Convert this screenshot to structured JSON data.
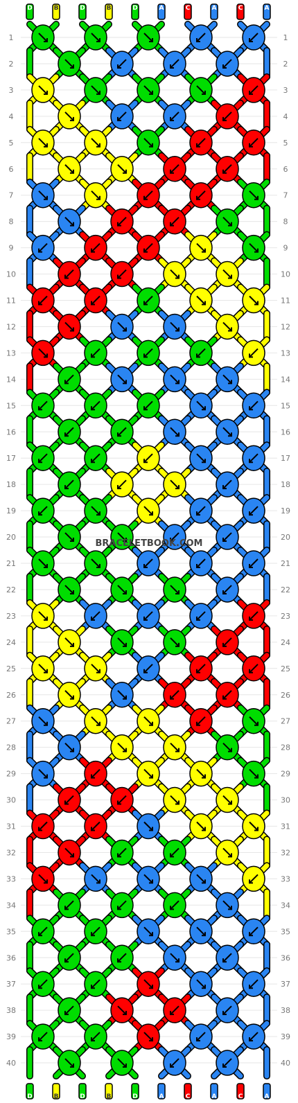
{
  "watermark": "BRACELETBOOK.COM",
  "colors": {
    "A": "#2a85f2",
    "B": "#ffff00",
    "C": "#ff0000",
    "D": "#00dd00"
  },
  "strand_labels": [
    "D",
    "B",
    "D",
    "B",
    "D",
    "A",
    "C",
    "A",
    "C",
    "A"
  ],
  "row_count": 40,
  "rows": [
    {
      "n": "1",
      "knots": [
        [
          "D",
          "r"
        ],
        [
          "D",
          "r"
        ],
        [
          "D",
          "r"
        ],
        [
          "A",
          "l"
        ],
        [
          "A",
          "l"
        ]
      ]
    },
    {
      "n": "2",
      "knots": [
        [
          "D",
          "r"
        ],
        [
          "A",
          "l"
        ],
        [
          "A",
          "l"
        ],
        [
          "A",
          "l"
        ]
      ]
    },
    {
      "n": "3",
      "knots": [
        [
          "B",
          "r"
        ],
        [
          "D",
          "r"
        ],
        [
          "D",
          "r"
        ],
        [
          "D",
          "r"
        ],
        [
          "C",
          "l"
        ]
      ]
    },
    {
      "n": "4",
      "knots": [
        [
          "B",
          "r"
        ],
        [
          "A",
          "l"
        ],
        [
          "A",
          "l"
        ],
        [
          "C",
          "l"
        ]
      ]
    },
    {
      "n": "5",
      "knots": [
        [
          "B",
          "r"
        ],
        [
          "B",
          "r"
        ],
        [
          "D",
          "r"
        ],
        [
          "C",
          "l"
        ],
        [
          "C",
          "l"
        ]
      ]
    },
    {
      "n": "6",
      "knots": [
        [
          "B",
          "r"
        ],
        [
          "B",
          "r"
        ],
        [
          "C",
          "l"
        ],
        [
          "C",
          "l"
        ]
      ]
    },
    {
      "n": "7",
      "knots": [
        [
          "A",
          "r"
        ],
        [
          "B",
          "r"
        ],
        [
          "C",
          "l"
        ],
        [
          "C",
          "l"
        ],
        [
          "D",
          "r"
        ]
      ]
    },
    {
      "n": "8",
      "knots": [
        [
          "A",
          "r"
        ],
        [
          "C",
          "l"
        ],
        [
          "C",
          "l"
        ],
        [
          "D",
          "r"
        ]
      ]
    },
    {
      "n": "9",
      "knots": [
        [
          "A",
          "l"
        ],
        [
          "C",
          "l"
        ],
        [
          "C",
          "l"
        ],
        [
          "B",
          "r"
        ],
        [
          "D",
          "r"
        ]
      ]
    },
    {
      "n": "10",
      "knots": [
        [
          "C",
          "l"
        ],
        [
          "C",
          "l"
        ],
        [
          "B",
          "r"
        ],
        [
          "B",
          "r"
        ]
      ]
    },
    {
      "n": "11",
      "knots": [
        [
          "C",
          "l"
        ],
        [
          "C",
          "l"
        ],
        [
          "D",
          "l"
        ],
        [
          "B",
          "r"
        ],
        [
          "B",
          "r"
        ]
      ]
    },
    {
      "n": "12",
      "knots": [
        [
          "C",
          "r"
        ],
        [
          "A",
          "r"
        ],
        [
          "A",
          "r"
        ],
        [
          "B",
          "r"
        ]
      ]
    },
    {
      "n": "13",
      "knots": [
        [
          "C",
          "r"
        ],
        [
          "D",
          "l"
        ],
        [
          "D",
          "l"
        ],
        [
          "D",
          "l"
        ],
        [
          "B",
          "l"
        ]
      ]
    },
    {
      "n": "14",
      "knots": [
        [
          "D",
          "l"
        ],
        [
          "A",
          "r"
        ],
        [
          "A",
          "r"
        ],
        [
          "A",
          "r"
        ]
      ]
    },
    {
      "n": "15",
      "knots": [
        [
          "D",
          "l"
        ],
        [
          "D",
          "l"
        ],
        [
          "D",
          "l"
        ],
        [
          "A",
          "r"
        ],
        [
          "A",
          "l"
        ]
      ]
    },
    {
      "n": "16",
      "knots": [
        [
          "D",
          "l"
        ],
        [
          "D",
          "l"
        ],
        [
          "A",
          "r"
        ],
        [
          "A",
          "r"
        ]
      ]
    },
    {
      "n": "17",
      "knots": [
        [
          "D",
          "l"
        ],
        [
          "D",
          "l"
        ],
        [
          "B",
          "l"
        ],
        [
          "A",
          "r"
        ],
        [
          "A",
          "l"
        ]
      ]
    },
    {
      "n": "18",
      "knots": [
        [
          "D",
          "l"
        ],
        [
          "B",
          "l"
        ],
        [
          "B",
          "r"
        ],
        [
          "A",
          "l"
        ]
      ]
    },
    {
      "n": "19",
      "knots": [
        [
          "D",
          "l"
        ],
        [
          "D",
          "r"
        ],
        [
          "B",
          "r"
        ],
        [
          "A",
          "l"
        ],
        [
          "A",
          "l"
        ]
      ]
    },
    {
      "n": "20",
      "knots": [
        [
          "D",
          "r"
        ],
        [
          "D",
          "r"
        ],
        [
          "A",
          "l"
        ],
        [
          "A",
          "l"
        ]
      ]
    },
    {
      "n": "21",
      "knots": [
        [
          "D",
          "r"
        ],
        [
          "D",
          "r"
        ],
        [
          "A",
          "l"
        ],
        [
          "A",
          "l"
        ],
        [
          "A",
          "l"
        ]
      ]
    },
    {
      "n": "22",
      "knots": [
        [
          "D",
          "r"
        ],
        [
          "D",
          "r"
        ],
        [
          "D",
          "r"
        ],
        [
          "A",
          "l"
        ]
      ]
    },
    {
      "n": "23",
      "knots": [
        [
          "B",
          "r"
        ],
        [
          "A",
          "l"
        ],
        [
          "A",
          "l"
        ],
        [
          "A",
          "l"
        ],
        [
          "C",
          "l"
        ]
      ]
    },
    {
      "n": "24",
      "knots": [
        [
          "B",
          "r"
        ],
        [
          "D",
          "r"
        ],
        [
          "D",
          "r"
        ],
        [
          "C",
          "l"
        ]
      ]
    },
    {
      "n": "25",
      "knots": [
        [
          "B",
          "r"
        ],
        [
          "B",
          "r"
        ],
        [
          "A",
          "l"
        ],
        [
          "C",
          "l"
        ],
        [
          "C",
          "l"
        ]
      ]
    },
    {
      "n": "26",
      "knots": [
        [
          "B",
          "r"
        ],
        [
          "A",
          "r"
        ],
        [
          "C",
          "l"
        ],
        [
          "C",
          "l"
        ]
      ]
    },
    {
      "n": "27",
      "knots": [
        [
          "A",
          "r"
        ],
        [
          "B",
          "r"
        ],
        [
          "B",
          "r"
        ],
        [
          "C",
          "l"
        ],
        [
          "D",
          "r"
        ]
      ]
    },
    {
      "n": "28",
      "knots": [
        [
          "A",
          "r"
        ],
        [
          "B",
          "r"
        ],
        [
          "B",
          "r"
        ],
        [
          "D",
          "r"
        ]
      ]
    },
    {
      "n": "29",
      "knots": [
        [
          "A",
          "r"
        ],
        [
          "C",
          "l"
        ],
        [
          "B",
          "r"
        ],
        [
          "B",
          "r"
        ],
        [
          "D",
          "r"
        ]
      ]
    },
    {
      "n": "30",
      "knots": [
        [
          "C",
          "l"
        ],
        [
          "C",
          "l"
        ],
        [
          "B",
          "r"
        ],
        [
          "B",
          "r"
        ]
      ]
    },
    {
      "n": "31",
      "knots": [
        [
          "C",
          "l"
        ],
        [
          "C",
          "l"
        ],
        [
          "A",
          "r"
        ],
        [
          "B",
          "r"
        ],
        [
          "B",
          "r"
        ]
      ]
    },
    {
      "n": "32",
      "knots": [
        [
          "C",
          "r"
        ],
        [
          "D",
          "l"
        ],
        [
          "D",
          "l"
        ],
        [
          "B",
          "r"
        ]
      ]
    },
    {
      "n": "33",
      "knots": [
        [
          "C",
          "r"
        ],
        [
          "A",
          "r"
        ],
        [
          "A",
          "r"
        ],
        [
          "A",
          "r"
        ],
        [
          "B",
          "l"
        ]
      ]
    },
    {
      "n": "34",
      "knots": [
        [
          "D",
          "l"
        ],
        [
          "D",
          "l"
        ],
        [
          "D",
          "l"
        ],
        [
          "A",
          "r"
        ]
      ]
    },
    {
      "n": "35",
      "knots": [
        [
          "D",
          "l"
        ],
        [
          "D",
          "l"
        ],
        [
          "A",
          "r"
        ],
        [
          "A",
          "r"
        ],
        [
          "A",
          "l"
        ]
      ]
    },
    {
      "n": "36",
      "knots": [
        [
          "D",
          "l"
        ],
        [
          "D",
          "l"
        ],
        [
          "A",
          "r"
        ],
        [
          "A",
          "l"
        ]
      ]
    },
    {
      "n": "37",
      "knots": [
        [
          "D",
          "l"
        ],
        [
          "D",
          "l"
        ],
        [
          "C",
          "r"
        ],
        [
          "A",
          "r"
        ],
        [
          "A",
          "l"
        ]
      ]
    },
    {
      "n": "38",
      "knots": [
        [
          "D",
          "l"
        ],
        [
          "C",
          "r"
        ],
        [
          "C",
          "l"
        ],
        [
          "A",
          "l"
        ]
      ]
    },
    {
      "n": "39",
      "knots": [
        [
          "D",
          "l"
        ],
        [
          "D",
          "l"
        ],
        [
          "C",
          "r"
        ],
        [
          "A",
          "l"
        ],
        [
          "A",
          "l"
        ]
      ]
    },
    {
      "n": "40",
      "knots": [
        [
          "D",
          "r"
        ],
        [
          "D",
          "r"
        ],
        [
          "A",
          "l"
        ],
        [
          "A",
          "l"
        ]
      ]
    }
  ]
}
